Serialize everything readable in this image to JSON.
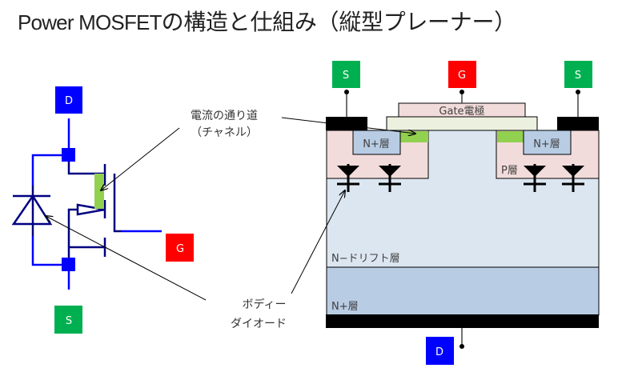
{
  "title": {
    "latin": "Power MOSFET",
    "japanese": "の構造と仕組み（縦型プレーナー）"
  },
  "colors": {
    "drain": "#0000ff",
    "gate": "#ff0000",
    "source": "#00b050",
    "channel": "#92d050",
    "p_layer": "#f2dcdb",
    "n_drift": "#dce6f1",
    "n_plus": "#b8cce4",
    "gate_oxide": "#ebf1de",
    "gate_electrode": "#f2dcdb",
    "metal": "#000000",
    "circuit_wire": "#000080"
  },
  "circuit": {
    "terminals": {
      "drain": "D",
      "gate": "G",
      "source": "S"
    }
  },
  "cross_section": {
    "terminals": {
      "source_left": "S",
      "gate": "G",
      "source_right": "S",
      "drain": "D"
    },
    "layers": {
      "gate_electrode": "Gate電極",
      "n_plus_left": "N+層",
      "n_plus_right": "N+層",
      "p_layer": "P層",
      "n_drift": "N−ドリフト層",
      "n_plus_substrate": "N+層"
    }
  },
  "annotations": {
    "channel_line1": "電流の通り道",
    "channel_line2": "（チャネル）",
    "diode_line1": "ボディー",
    "diode_line2": "ダイオード"
  }
}
